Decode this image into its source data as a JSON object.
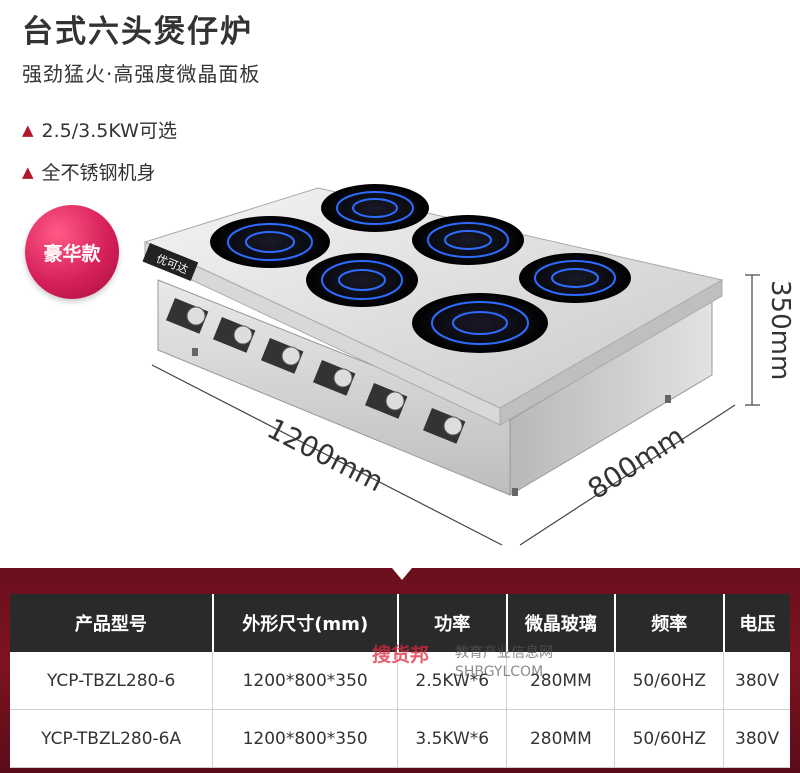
{
  "header": {
    "title": "台式六头煲仔炉",
    "subtitle": "强劲猛火·高强度微晶面板"
  },
  "features": [
    {
      "icon": "triangle-bullet-icon",
      "text": "2.5/3.5KW可选"
    },
    {
      "icon": "triangle-bullet-icon",
      "text": "全不锈钢机身"
    }
  ],
  "badge": {
    "text": "豪华款"
  },
  "product": {
    "logo_text": "优可达",
    "dimensions": {
      "width": "1200mm",
      "depth": "800mm",
      "height": "350mm"
    }
  },
  "spec_table": {
    "headers": [
      "产品型号",
      "外形尺寸(mm)",
      "功率",
      "微晶玻璃",
      "频率",
      "电压"
    ],
    "rows": [
      [
        "YCP-TBZL280-6",
        "1200*800*350",
        "2.5KW*6",
        "280MM",
        "50/60HZ",
        "380V"
      ],
      [
        "YCP-TBZL280-6A",
        "1200*800*350",
        "3.5KW*6",
        "280MM",
        "50/60HZ",
        "380V"
      ]
    ]
  },
  "watermark": {
    "brand": "搜货邦",
    "site": "教育产业信息网",
    "domain": "SHBGYLCOM"
  },
  "colors": {
    "accent": "#b3172b",
    "band": "#6a0f1c",
    "header_bg": "#2a2a2a",
    "badge": "#d7205b"
  }
}
